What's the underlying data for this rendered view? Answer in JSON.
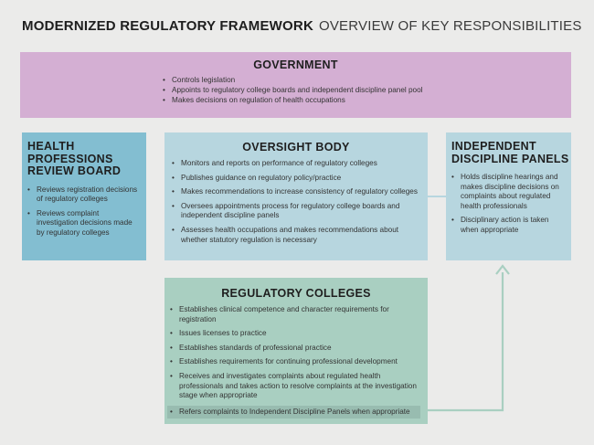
{
  "title": {
    "bold": "MODERNIZED REGULATORY FRAMEWORK",
    "light": "OVERVIEW OF KEY RESPONSIBILITIES"
  },
  "government": {
    "heading": "GOVERNMENT",
    "items": [
      "Controls legislation",
      "Appoints to regulatory college boards and independent discipline panel pool",
      "Makes decisions on regulation of health occupations"
    ]
  },
  "review_board": {
    "heading_lines": [
      "HEALTH",
      "PROFESSIONS",
      "REVIEW BOARD"
    ],
    "items": [
      "Reviews registration decisions of regulatory colleges",
      "Reviews complaint investigation decisions made by regulatory colleges"
    ]
  },
  "oversight": {
    "heading": "OVERSIGHT BODY",
    "items": [
      "Monitors and reports on performance of regulatory colleges",
      "Publishes guidance on regulatory policy/practice",
      "Makes recommendations to increase consistency of regulatory colleges",
      "Oversees appointments process for regulatory college boards and independent discipline panels",
      "Assesses health occupations and makes recommendations about whether statutory regulation is necessary"
    ]
  },
  "discipline_panels": {
    "heading_lines": [
      "INDEPENDENT",
      "DISCIPLINE PANELS"
    ],
    "items": [
      "Holds discipline hearings and makes discipline decisions on complaints about regulated health professionals",
      "Disciplinary action is taken when appropriate"
    ]
  },
  "colleges": {
    "heading": "REGULATORY COLLEGES",
    "items": [
      "Establishes clinical competence and character requirements for registration",
      "Issues licenses to practice",
      "Establishes standards of professional practice",
      "Establishes requirements for continuing professional development",
      "Receives and investigates complaints about regulated health professionals and takes action to resolve complaints at the investigation stage when appropriate",
      "Refers complaints to Independent Discipline Panels when appropriate"
    ]
  },
  "colors": {
    "government": "#d4afd3",
    "review_board": "#83bed1",
    "oversight": "#b7d6df",
    "discipline_panels": "#b7d6df",
    "colleges": "#a9cfc1",
    "connector": "#a9cfc1"
  }
}
